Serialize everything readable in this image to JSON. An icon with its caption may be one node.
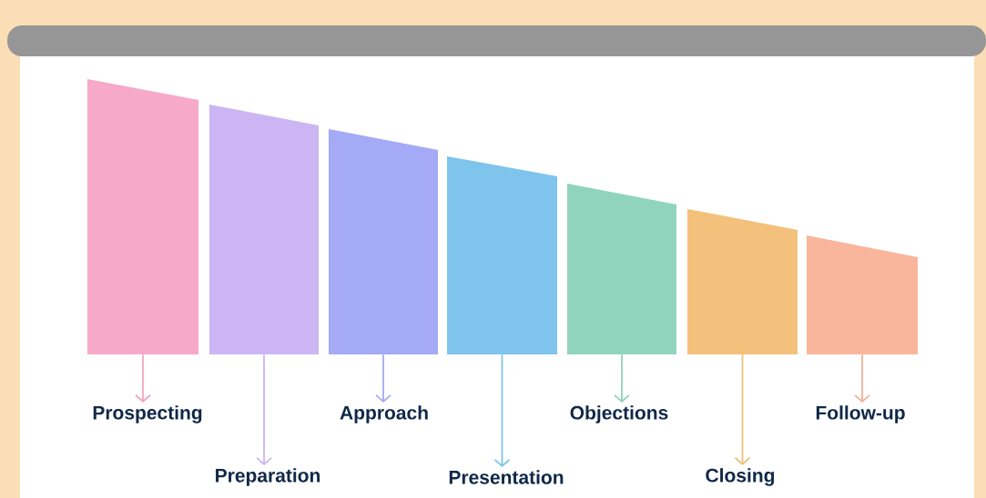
{
  "diagram": {
    "nodes": [
      {
        "text": [],
        "shape": "bar"
      },
      {
        "text": [],
        "shape": "bar"
      },
      {
        "text": [],
        "shape": "bar"
      },
      {
        "text": [],
        "shape": "bar"
      },
      {
        "text": [],
        "shape": "bar"
      },
      {
        "text": [],
        "shape": "bar"
      },
      {
        "text": [],
        "shape": "bar"
      },
      {
        "text": [
          "Prospecting"
        ]
      },
      {
        "text": [
          "Preparation"
        ]
      },
      {
        "text": [
          "Approach"
        ]
      },
      {
        "text": [
          "Presentation"
        ]
      },
      {
        "text": [
          "Objections"
        ]
      },
      {
        "text": [
          "Closing"
        ]
      },
      {
        "text": [
          "Follow-up"
        ]
      }
    ],
    "edges": [
      {
        "from": 0,
        "to": 7,
        "arrow": "to",
        "color": "#f2a6c0"
      },
      {
        "from": 1,
        "to": 8,
        "arrow": "to",
        "color": "#c8b6f0"
      },
      {
        "from": 2,
        "to": 9,
        "arrow": "to",
        "color": "#a2aaf2"
      },
      {
        "from": 3,
        "to": 10,
        "arrow": "to",
        "color": "#7cc4e6"
      },
      {
        "from": 4,
        "to": 11,
        "arrow": "to",
        "color": "#8fd2b8"
      },
      {
        "from": 5,
        "to": 12,
        "arrow": "to",
        "color": "#eec07a"
      },
      {
        "from": 6,
        "to": 13,
        "arrow": "to",
        "color": "#f4ae96"
      }
    ]
  }
}
